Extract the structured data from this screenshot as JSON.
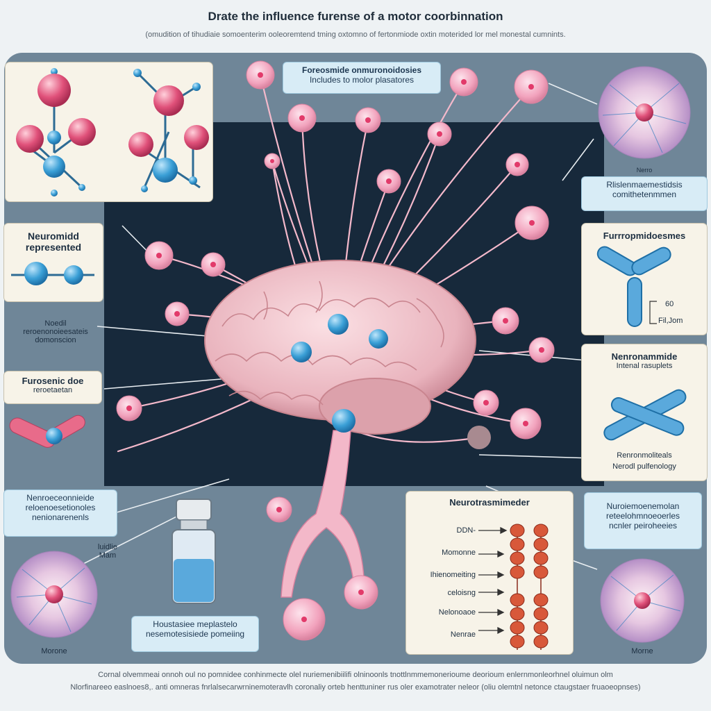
{
  "header": {
    "title": "Drate the influence furense of a motor coorbinnation",
    "subtitle": "(omudition of tihudiaie somoenterim ooleoremtend tming oxtomno of fertonmiode oxtin moterided lor mel monestal cumnints."
  },
  "top_label": {
    "line1": "Foreosmide onmuronoidosies",
    "line2": "Includes to molor plasatores"
  },
  "left": {
    "neuro_box": {
      "line1": "Neuromidd",
      "line2": "represented"
    },
    "side_text": {
      "line1": "Noedil",
      "line2": "reroenonoieesateis",
      "line3": "domonscion"
    },
    "furo_label": {
      "line1": "Furosenic doe",
      "line2": "reroetaetan"
    },
    "bottom_label": {
      "line1": "Nenroeceonnieide",
      "line2": "reloenoesetionoles",
      "line3": "nenionarenenls"
    },
    "vial_text": {
      "line1": "luidlie",
      "line2": "Mam"
    },
    "morone": "Morone"
  },
  "right": {
    "top_label": {
      "line1": "Rlislenmaemestidsis",
      "line2": "comithetenmmen"
    },
    "top_eye_caption": "Nerro",
    "furo_box": {
      "title": "Furrropmidoesmes",
      "measure1": "60",
      "measure2": "Fil,Jom"
    },
    "neuro_box": {
      "title": "Nenronammide",
      "sub": "Intenal rasuplets",
      "caption1": "Renronmoliteals",
      "caption2": "Nerodl pulfenology"
    },
    "label2": {
      "line1": "Nuroiemoenemolan",
      "line2": "reteelohmnoeoerles",
      "line3": "ncnler peiroheeies"
    },
    "morone": "Morne"
  },
  "center": {
    "bottom_label": {
      "line1": "Houstasiee meplastelo",
      "line2": "nesemotesisiede pomeiing"
    }
  },
  "nt_box": {
    "title": "Neurotrasmimeder",
    "rows": [
      "DDN-",
      "Momonne",
      "Ihienomeiting",
      "celoisng",
      "Nelonoaoe",
      "Nenrae"
    ]
  },
  "footer": {
    "line1": "Cornal olvemmeai onnoh oul no pomnidee conhinmecte olel nuriemenibiilifi olninoonls tnottlnmmemonerioume deorioum enlernmonleorhnel oluimun olm",
    "line2": "Nlorfinareeo easlnoes8,. anti omneras fnrlalsecarwrninemoteravlh coronaliy orteb henttuniner rus oler examotrater neleor (oliu olemtnl netonce ctaugstaer fruaoeopnses)"
  },
  "colors": {
    "neuron_pink": "#f2a3bd",
    "neuron_core": "#e23a6a",
    "atom_blue": "#3a9fd6",
    "dark_panel": "#17293b",
    "frame": "#6f8698",
    "label_bg": "#d8ecf6",
    "chain_red": "#d8583a"
  },
  "icons": [
    "molecule-icon",
    "brain-icon",
    "vial-icon",
    "eye-icon",
    "chain-icon"
  ]
}
